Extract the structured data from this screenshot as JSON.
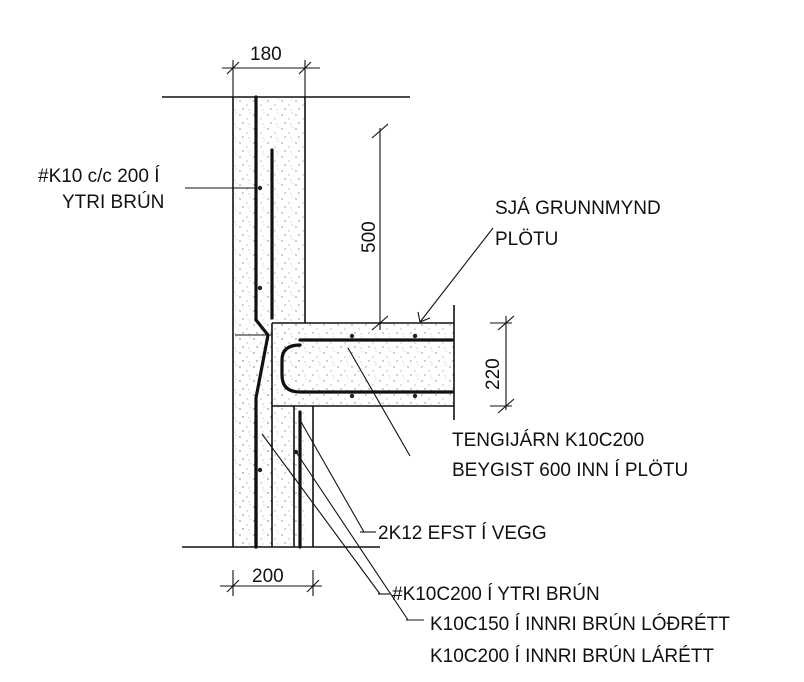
{
  "dimensions": {
    "wall_top_thickness": "180",
    "wall_bottom_thickness": "200",
    "anchor_length": "500",
    "slab_thickness": "220"
  },
  "labels": {
    "outer_rebar_upper_line1": "#K10 c/c 200 Í",
    "outer_rebar_upper_line2": "YTRI BRÚN",
    "see_plan_line1": "SJÁ GRUNNMYND",
    "see_plan_line2": "PLÖTU",
    "connection_bar_line1": "TENGIJÁRN K10C200",
    "connection_bar_line2": "BEYGIST 600 INN Í PLÖTU",
    "top_wall_bars": "2K12 EFST Í VEGG",
    "outer_rebar_lower": "#K10C200 Í YTRI BRÚN",
    "inner_vertical": "K10C150 Í INNRI BRÚN LÓÐRÉTT",
    "inner_horizontal": "K10C200 Í INNRI BRÚN LÁRÉTT"
  }
}
